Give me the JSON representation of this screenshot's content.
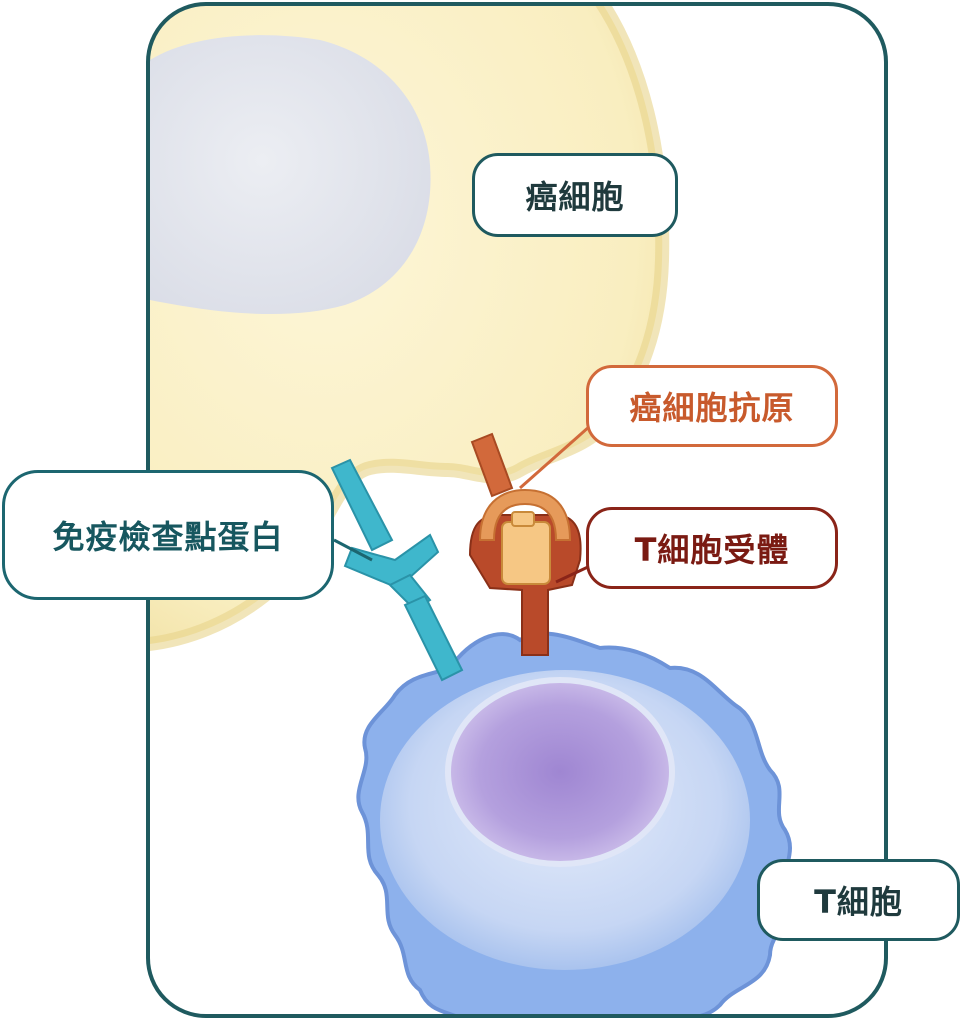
{
  "labels": {
    "cancer_cell": "癌細胞",
    "cancer_antigen": "癌細胞抗原",
    "t_cell_receptor": "T細胞受體",
    "immune_checkpoint": "免疫檢查點蛋白",
    "t_cell": "T細胞"
  },
  "colors": {
    "frame": "#1f5a5f",
    "cancer_cell_body": "#fbf0c4",
    "cancer_nucleus": "#e6e8ee",
    "antigen": "#d2693b",
    "t_cell_receptor": "#b94a2a",
    "checkpoint_protein": "#3fb7cc",
    "t_cell_membrane": "#7da6e6",
    "t_cell_nucleus": "#b9a6e0"
  }
}
